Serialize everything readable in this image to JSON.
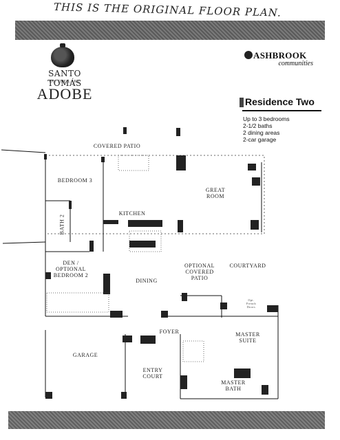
{
  "header": {
    "handwritten_note": "THIS IS THE ORIGINAL FLOOR PLAN."
  },
  "logo": {
    "name": "SANTO TOMÁS",
    "subtitle": "ON THE LAKE",
    "adobe": "ADOBE"
  },
  "brand": {
    "name": "ASHBROOK",
    "subtitle": "communities"
  },
  "residence": {
    "title": "Residence Two",
    "features": [
      "Up to 3 bedrooms",
      "2-1/2 baths",
      "2 dining areas",
      "2-car garage"
    ]
  },
  "rooms": {
    "covered_patio": "COVERED PATIO",
    "bedroom_3": "BEDROOM 3",
    "great_room": "GREAT ROOM",
    "kitchen": "KITCHEN",
    "bath_2": "BATH 2",
    "den_line1": "DEN /",
    "den_line2": "OPTIONAL",
    "den_line3": "BEDROOM 2",
    "dining": "DINING",
    "optional_covered_patio_line1": "OPTIONAL",
    "optional_covered_patio_line2": "COVERED",
    "optional_covered_patio_line3": "PATIO",
    "courtyard": "COURTYARD",
    "foyer": "FOYER",
    "master_suite_line1": "MASTER",
    "master_suite_line2": "SUITE",
    "garage": "GARAGE",
    "entry_court_line1": "ENTRY",
    "entry_court_line2": "COURT",
    "master_bath_line1": "MASTER",
    "master_bath_line2": "BATH"
  },
  "small_notes": {
    "opt_french_doors_line1": "Opt.",
    "opt_french_doors_line2": "French",
    "opt_french_doors_line3": "Doors"
  },
  "icons": {
    "logo": "adobe-pot-icon",
    "brand": "ashbrook-a-icon"
  }
}
